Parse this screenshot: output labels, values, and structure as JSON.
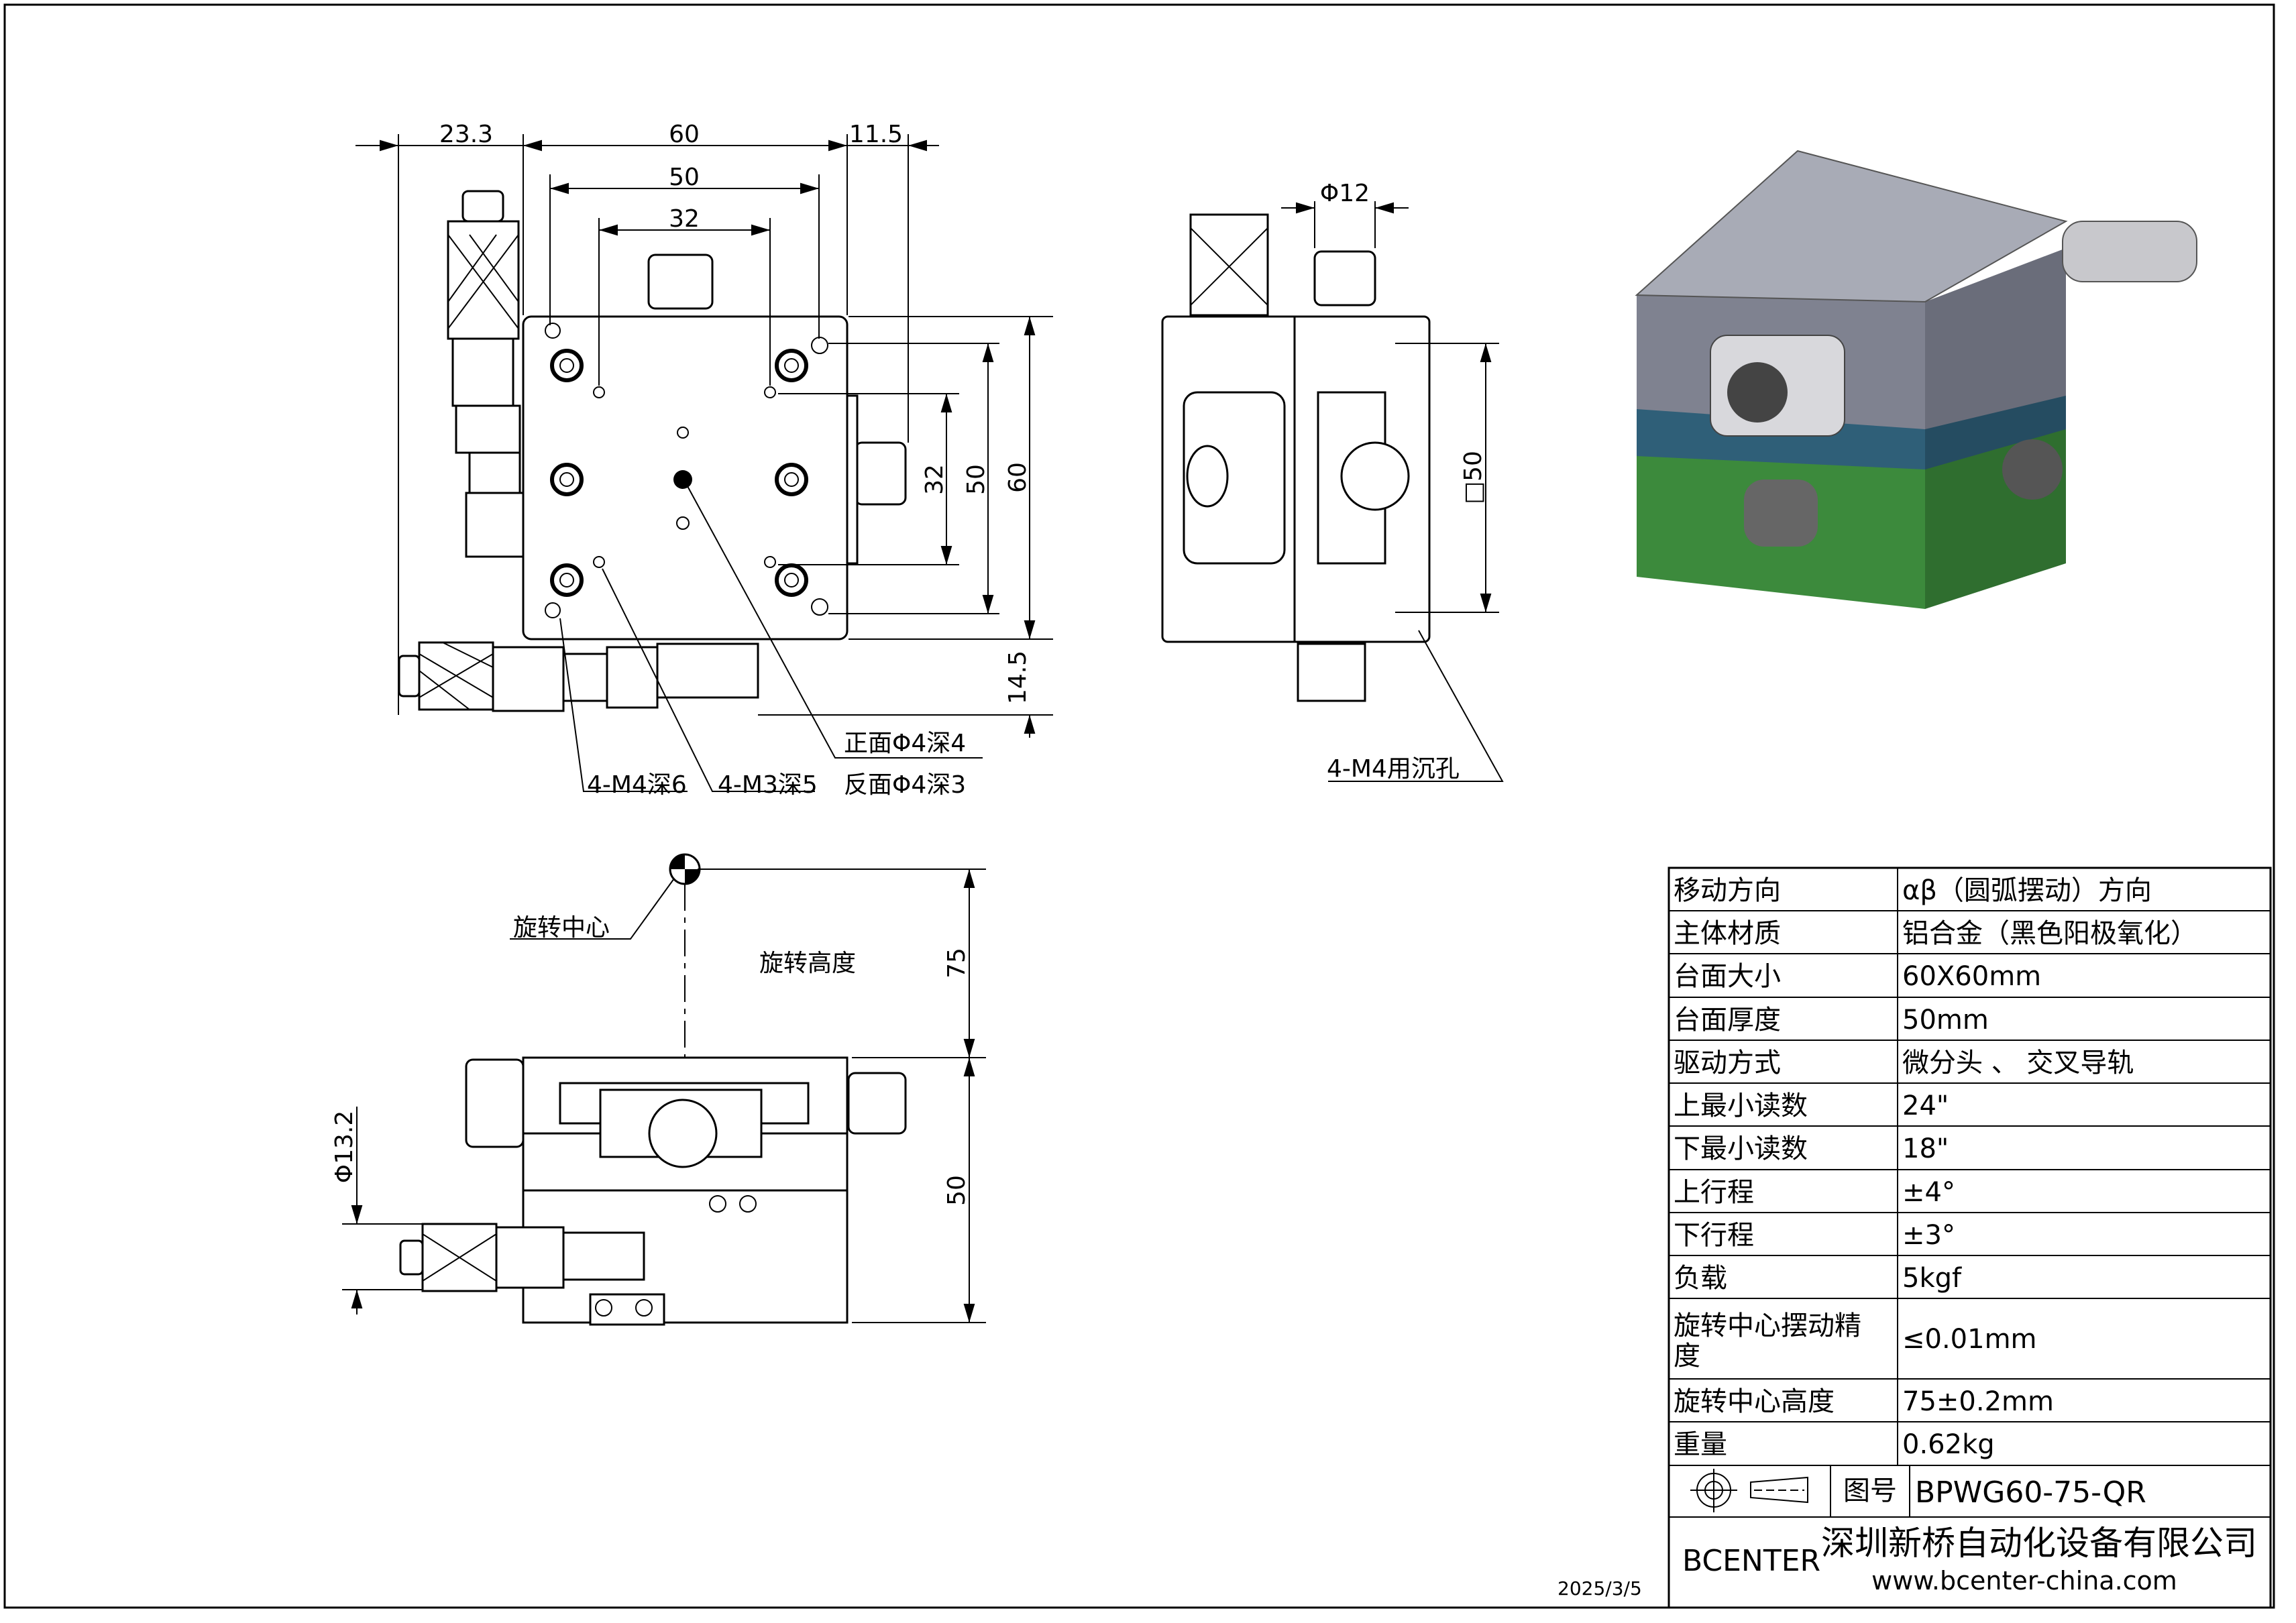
{
  "top_view": {
    "dims": {
      "d_23_3": "23.3",
      "d_60": "60",
      "d_11_5": "11.5",
      "d_50": "50",
      "d_32": "32",
      "v_32": "32",
      "v_50": "50",
      "v_60": "60",
      "v_14_5": "14.5"
    },
    "labels": {
      "front_hole": "正面Φ4深4",
      "back_hole": "反面Φ4深3",
      "m4": "4-M4深6",
      "m3": "4-M3深5"
    }
  },
  "side_view": {
    "dims": {
      "d_12": "Φ12",
      "sq_50": "□50"
    },
    "labels": {
      "counterbore": "4-M4用沉孔"
    }
  },
  "front_view": {
    "labels": {
      "rot_center": "旋转中心",
      "rot_height": "旋转高度"
    },
    "dims": {
      "h_75": "75",
      "h_50": "50",
      "d_13_2": "Φ13.2"
    }
  },
  "spec_table": [
    {
      "label": "移动方向",
      "value": "αβ（圆弧摆动）方向"
    },
    {
      "label": "主体材质",
      "value": "铝合金（黑色阳极氧化）"
    },
    {
      "label": "台面大小",
      "value": "60X60mm"
    },
    {
      "label": "台面厚度",
      "value": "50mm"
    },
    {
      "label": "驱动方式",
      "value": "微分头 、 交叉导轨"
    },
    {
      "label": "上最小读数",
      "value": "24\""
    },
    {
      "label": "下最小读数",
      "value": "18\""
    },
    {
      "label": "上行程",
      "value": "±4°"
    },
    {
      "label": "下行程",
      "value": "±3°"
    },
    {
      "label": "负载",
      "value": "5kgf"
    },
    {
      "label": "旋转中心摆动精",
      "label2": "度",
      "value": "≤0.01mm"
    },
    {
      "label": "旋转中心高度",
      "value": "75±0.2mm"
    },
    {
      "label": "重量",
      "value": "0.62kg"
    }
  ],
  "title_block": {
    "drawing_no_label": "图号",
    "drawing_no": "BPWG60-75-QR",
    "brand": "BCENTER",
    "company": "深圳新桥自动化设备有限公司",
    "website": "www.bcenter-china.com",
    "date": "2025/3/5"
  },
  "colors": {
    "render_top": "#8a8d99",
    "render_mid": "#2f5f78",
    "render_bottom": "#3c8a3c"
  }
}
